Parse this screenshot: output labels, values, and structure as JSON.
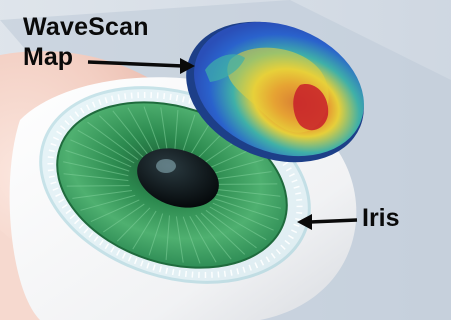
{
  "labels": {
    "wavescan_line1": "WaveScan",
    "wavescan_line2": "Map",
    "iris": "Iris"
  },
  "colors": {
    "iris_green": "#2f9a5a",
    "pupil": "#0b1216",
    "map_blue": "#2a5fc8",
    "map_red": "#d22a2a",
    "map_yellow": "#e8d23a",
    "skin": "#f6d6cc",
    "beam": "#b9c7d8"
  }
}
